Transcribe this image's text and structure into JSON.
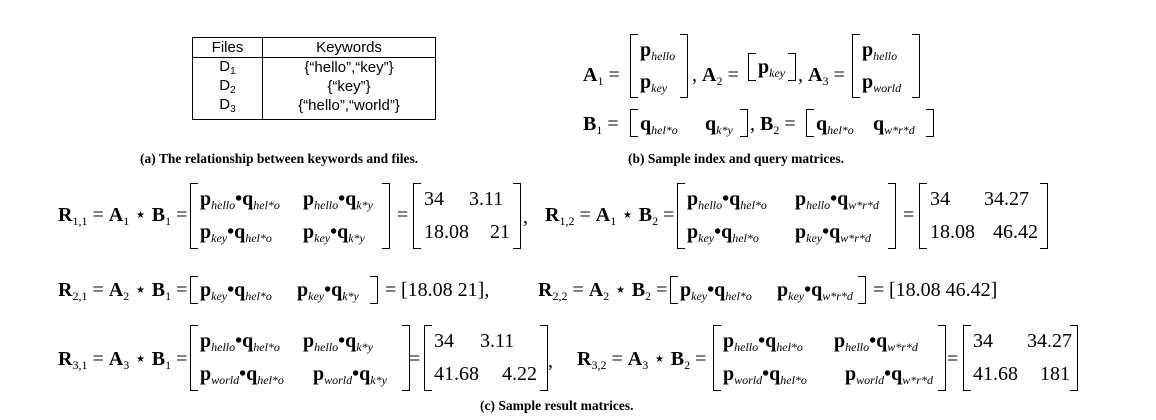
{
  "panel_a": {
    "table_headers": [
      "Files",
      "Keywords"
    ],
    "rows": [
      {
        "file": "D",
        "file_sub": "1",
        "keywords": "{“hello”,“key”}"
      },
      {
        "file": "D",
        "file_sub": "2",
        "keywords": "{“key”}"
      },
      {
        "file": "D",
        "file_sub": "3",
        "keywords": "{“hello”,“world”}"
      }
    ],
    "caption": "(a) The relationship between keywords and files."
  },
  "panel_b": {
    "caption": "(b) Sample index  and query matrices."
  },
  "panel_c": {
    "caption": "(c) Sample result matrices.",
    "values": {
      "r11": [
        "34",
        "3.11",
        "18.08",
        "21"
      ],
      "r12": [
        "34",
        "34.27",
        "18.08",
        "46.42"
      ],
      "r21": "[18.08   21],",
      "r22": "[18.08   46.42]",
      "r31": [
        "34",
        "3.11",
        "41.68",
        "4.22"
      ],
      "r32": [
        "34",
        "34.27",
        "41.68",
        "181"
      ]
    }
  }
}
